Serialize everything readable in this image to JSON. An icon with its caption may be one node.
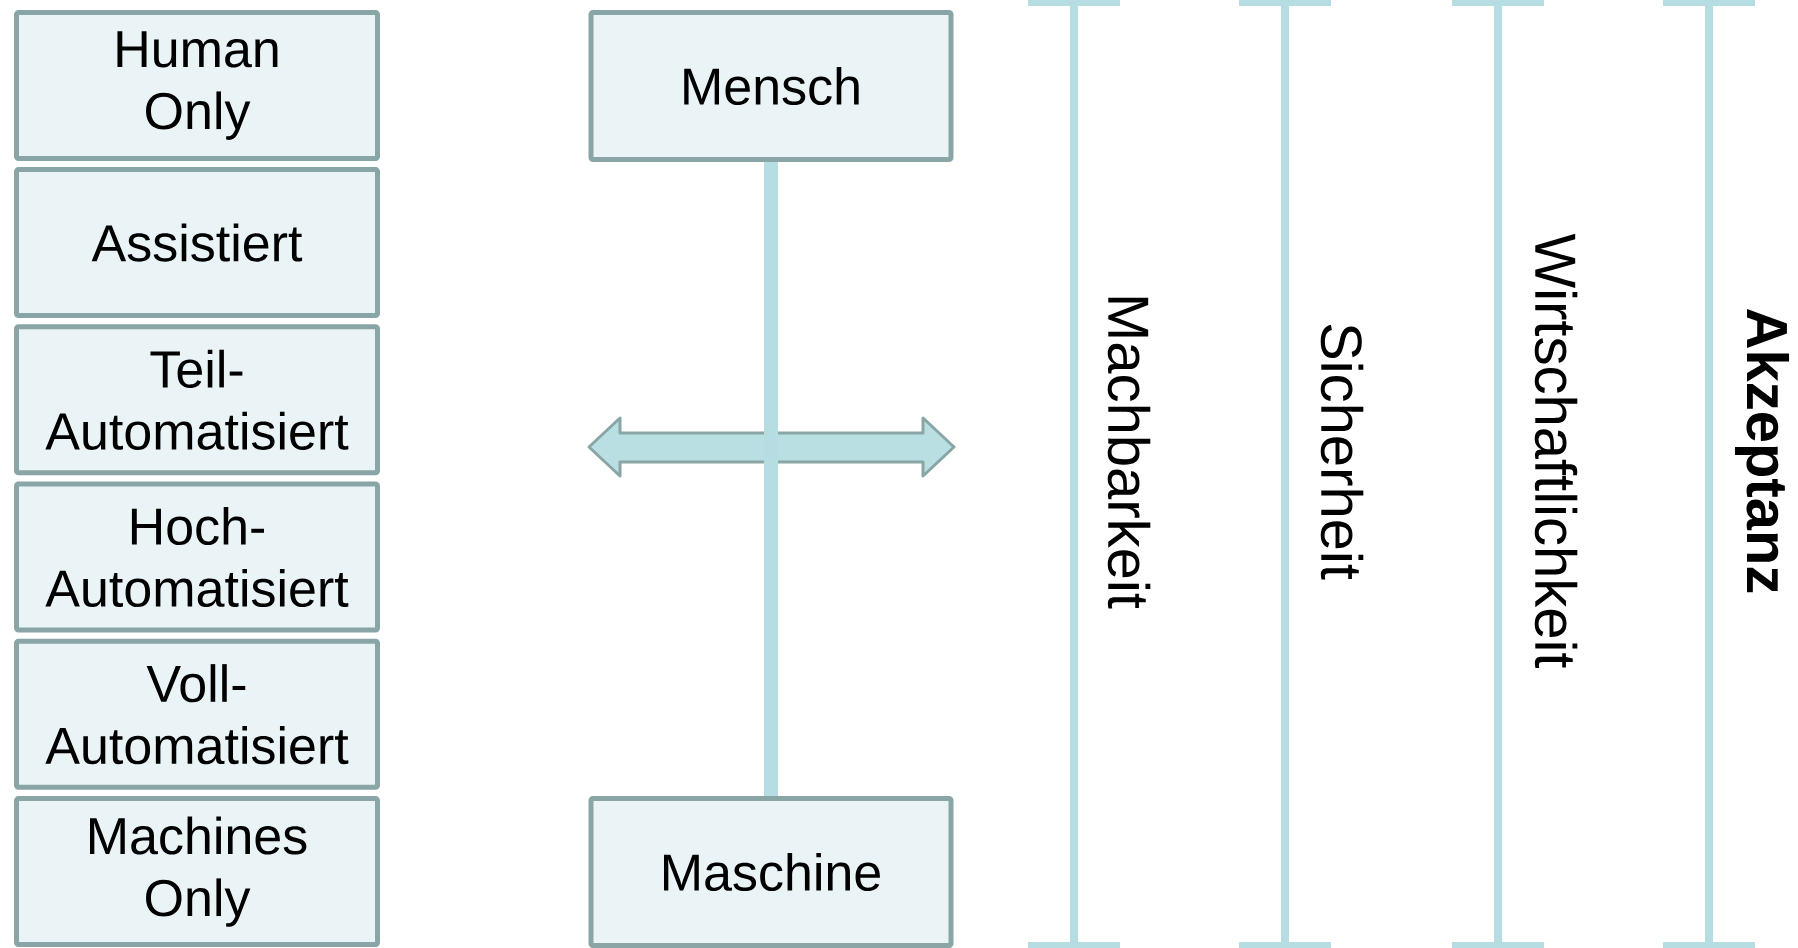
{
  "diagram": {
    "nodes": [
      {
        "text": [
          "Human Only"
        ]
      },
      {
        "text": [
          "Assistiert"
        ]
      },
      {
        "text": [
          "Teil- Automatisiert"
        ]
      },
      {
        "text": [
          "Hoch- Automatisiert"
        ]
      },
      {
        "text": [
          "Voll- Automatisiert"
        ]
      },
      {
        "text": [
          "Machines Only"
        ]
      },
      {
        "text": [
          "Mensch"
        ]
      },
      {
        "text": [
          "Maschine"
        ]
      }
    ],
    "edges": [
      {
        "from": 6,
        "to": 7,
        "arrow": "none"
      }
    ],
    "labels": [
      "Machbarkeit",
      "Sicherheit",
      "Wirtschaftlichkeit",
      "Akzeptanz"
    ]
  }
}
